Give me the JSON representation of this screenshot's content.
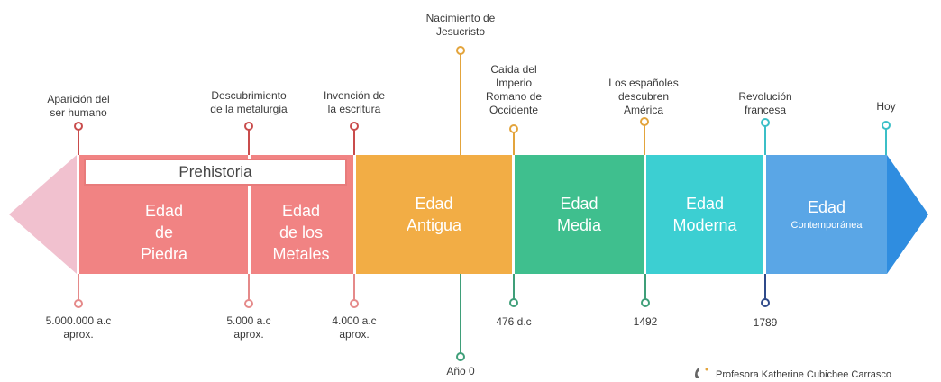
{
  "top_events": [
    {
      "id": "aparicion",
      "text": "Aparición del\nser humano"
    },
    {
      "id": "metalurgia",
      "text": "Descubrimiento\nde la metalurgia"
    },
    {
      "id": "escritura",
      "text": "Invención de\nla escritura"
    },
    {
      "id": "jesucristo",
      "text": "Nacimiento de\nJesucristo"
    },
    {
      "id": "caida",
      "text": "Caída del\nImperio\nRomano de\nOccidente"
    },
    {
      "id": "america",
      "text": "Los españoles\ndescubren\nAmérica"
    },
    {
      "id": "revolucion",
      "text": "Revolución\nfrancesa"
    },
    {
      "id": "hoy",
      "text": "Hoy"
    }
  ],
  "bottom_dates": [
    {
      "id": "d1",
      "text": "5.000.000 a.c\naprox."
    },
    {
      "id": "d2",
      "text": "5.000 a.c\naprox."
    },
    {
      "id": "d3",
      "text": "4.000 a.c\naprox."
    },
    {
      "id": "d4",
      "text": "Año 0"
    },
    {
      "id": "d5",
      "text": "476 d.c"
    },
    {
      "id": "d6",
      "text": "1492"
    },
    {
      "id": "d7",
      "text": "1789"
    }
  ],
  "prehistoria_label": "Prehistoria",
  "ages": [
    {
      "id": "piedra",
      "text": "Edad\nde\nPiedra"
    },
    {
      "id": "metales",
      "text": "Edad\nde los\nMetales"
    },
    {
      "id": "antigua",
      "text": "Edad\nAntigua"
    },
    {
      "id": "media",
      "text": "Edad\nMedia"
    },
    {
      "id": "moderna",
      "text": "Edad\nModerna"
    },
    {
      "id": "contemporanea_title",
      "text": "Edad"
    },
    {
      "id": "contemporanea_sub",
      "text": "Contemporánea"
    }
  ],
  "credit": "Profesora Katherine Cubichee Carrasco",
  "colors": {
    "prehistory": "#f18383",
    "antigua": "#f2ad45",
    "media": "#3fbf8e",
    "moderna": "#3ccfd2",
    "contemporanea": "#5aa6e6",
    "left_arrow": "#f1c1cf",
    "right_arrow": "#2f8de0",
    "marker_red": "#c94c4c",
    "marker_orange": "#e3a43c",
    "marker_green": "#3f9f79",
    "marker_cyan": "#3bbfc7",
    "marker_navy": "#2f4a8a"
  }
}
